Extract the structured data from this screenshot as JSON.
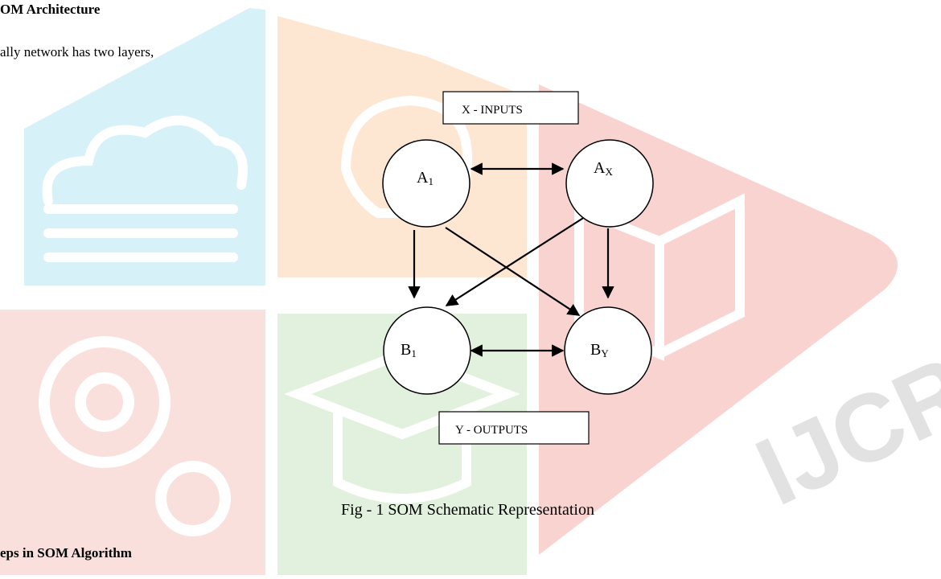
{
  "document": {
    "section_heading": "OM Architecture",
    "body_line": "ally network has two layers,",
    "next_heading": "eps in SOM Algorithm"
  },
  "figure": {
    "input_box": "X - INPUTS",
    "output_box": "Y - OUTPUTS",
    "caption": "Fig - 1 SOM Schematic Representation",
    "nodes": {
      "a1": {
        "letter": "A",
        "sub": "1"
      },
      "ax": {
        "letter": "A",
        "sub": "X"
      },
      "b1": {
        "letter": "B",
        "sub": "1"
      },
      "by": {
        "letter": "B",
        "sub": "Y"
      }
    }
  },
  "watermark": {
    "text": "IJCRT",
    "colors": {
      "cyan": "#d4f0f7",
      "orange": "#fbe0c4",
      "red": "#f8d2cf",
      "green": "#dcefd8",
      "salmon": "#f7dcd8",
      "gray": "#d8d8d8"
    }
  }
}
